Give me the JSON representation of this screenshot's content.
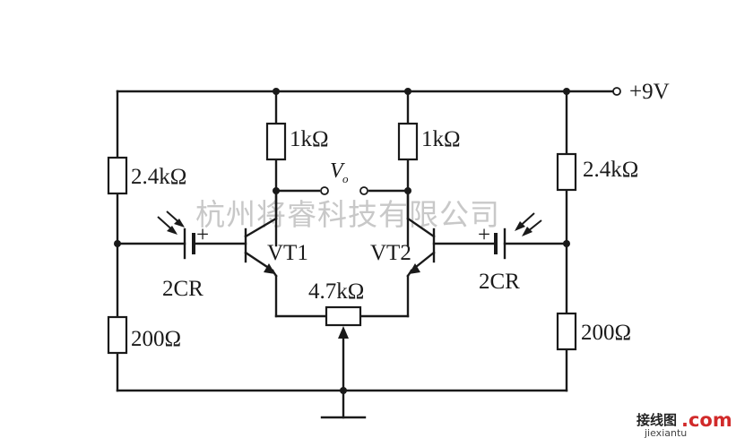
{
  "supply": {
    "label": "+9V"
  },
  "resistors": {
    "left_upper": "2.4kΩ",
    "left_lower": "200Ω",
    "collector_left": "1kΩ",
    "collector_right": "1kΩ",
    "right_upper": "2.4kΩ",
    "right_lower": "200Ω",
    "emitter_pot": "4.7kΩ"
  },
  "transistors": {
    "left": "VT1",
    "right": "VT2"
  },
  "photocells": {
    "left": "2CR",
    "right": "2CR",
    "polarity": "+"
  },
  "output": {
    "symbol": "V",
    "subscript": "o"
  },
  "watermark": "杭州将睿科技有限公司",
  "logo": {
    "cn": "接线图",
    "dot_com": ".com",
    "domain": "jiexiantu"
  }
}
